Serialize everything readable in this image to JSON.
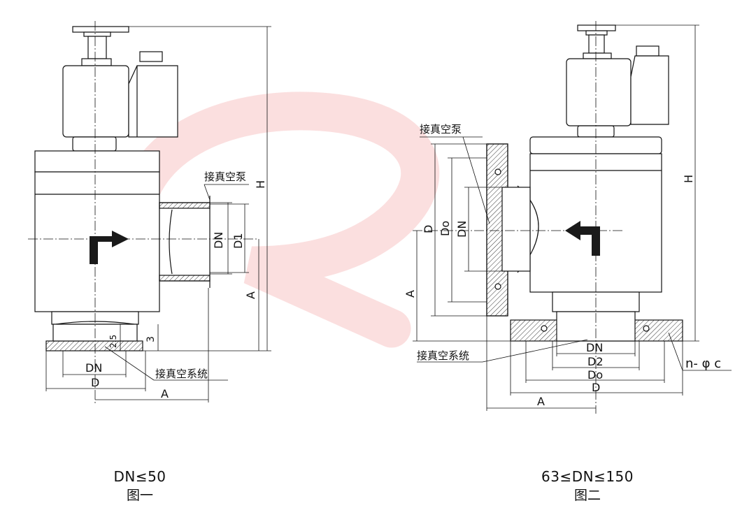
{
  "watermark": {
    "color": "#f4b9b9"
  },
  "figure1": {
    "labels": {
      "pump": "接真空泵",
      "system": "接真空系统",
      "H": "H",
      "DN_right": "DN",
      "D1": "D1",
      "A_right": "A",
      "dim_2_5": "2.5",
      "dim_3": "3",
      "DN_bottom": "DN",
      "D_bottom": "D",
      "A_bottom": "A"
    },
    "caption_title": "DN≤50",
    "caption_sub": "图一"
  },
  "figure2": {
    "labels": {
      "pump": "接真空泵",
      "system": "接真空系统",
      "H": "H",
      "D_left": "D",
      "Do_left": "Do",
      "DN_left": "DN",
      "A_left": "A",
      "DN_bottom": "DN",
      "D2_bottom": "D2",
      "Do_bottom": "Do",
      "D_bottom": "D",
      "A_bottom": "A",
      "bolts": "n- φ c"
    },
    "caption_title": "63≤DN≤150",
    "caption_sub": "图二"
  },
  "colors": {
    "line": "#111111",
    "arrow": "#1a1a1a",
    "hatch": "#333333"
  }
}
